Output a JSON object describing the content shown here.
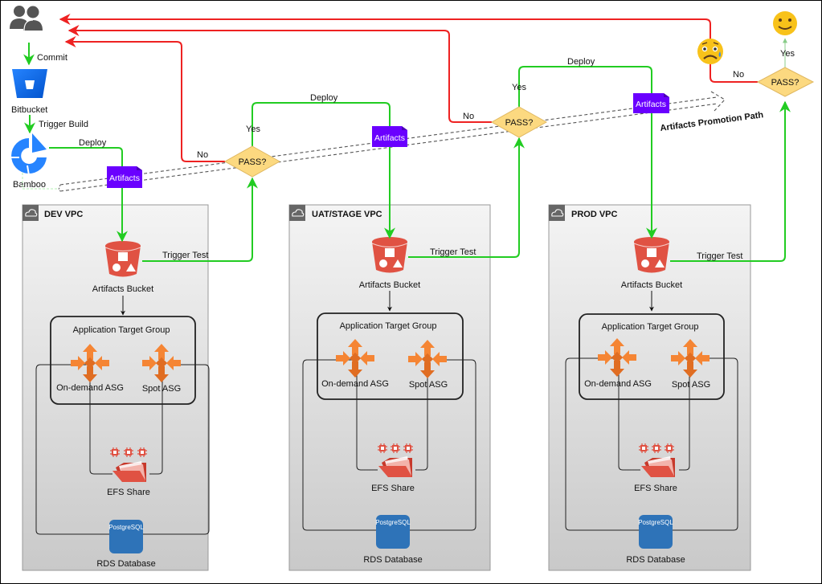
{
  "diagram": {
    "source": {
      "users_label": "",
      "commit_label": "Commit",
      "bitbucket_label": "Bitbucket",
      "trigger_build_label": "Trigger Build",
      "bamboo_label": "Bamboo",
      "deploy_label": "Deploy"
    },
    "artifacts_label": "Artifacts",
    "promotion_path_label": "Artifacts Promotion Path",
    "gates": [
      {
        "label": "PASS?",
        "yes_label": "Yes",
        "no_label": "No",
        "deploy_label": "Deploy"
      },
      {
        "label": "PASS?",
        "yes_label": "Yes",
        "no_label": "No",
        "deploy_label": "Deploy"
      },
      {
        "label": "PASS?",
        "yes_label": "Yes",
        "no_label": "No"
      }
    ],
    "vpcs": [
      {
        "title": "DEV VPC",
        "bucket_label": "Artifacts Bucket",
        "trigger_test_label": "Trigger Test",
        "target_group_label": "Application Target Group",
        "asg_ondemand_label": "On-demand ASG",
        "asg_spot_label": "Spot ASG",
        "efs_label": "EFS Share",
        "rds_icon_text": "PostgreSQL",
        "rds_label": "RDS Database"
      },
      {
        "title": "UAT/STAGE VPC",
        "bucket_label": "Artifacts Bucket",
        "trigger_test_label": "Trigger Test",
        "target_group_label": "Application Target Group",
        "asg_ondemand_label": "On-demand ASG",
        "asg_spot_label": "Spot ASG",
        "efs_label": "EFS Share",
        "rds_icon_text": "PostgreSQL",
        "rds_label": "RDS Database"
      },
      {
        "title": "PROD VPC",
        "bucket_label": "Artifacts Bucket",
        "trigger_test_label": "Trigger Test",
        "target_group_label": "Application Target Group",
        "asg_ondemand_label": "On-demand ASG",
        "asg_spot_label": "Spot ASG",
        "efs_label": "EFS Share",
        "rds_icon_text": "PostgreSQL",
        "rds_label": "RDS Database"
      }
    ],
    "colors": {
      "success_flow": "#22cc22",
      "failure_flow": "#ee2222",
      "artifacts": "#6a00ff",
      "gate_fill": "#fcd980",
      "bucket": "#e05243",
      "asg": "#f58534",
      "rds": "#2e73b8",
      "atlassian_blue": "#2684ff"
    }
  }
}
